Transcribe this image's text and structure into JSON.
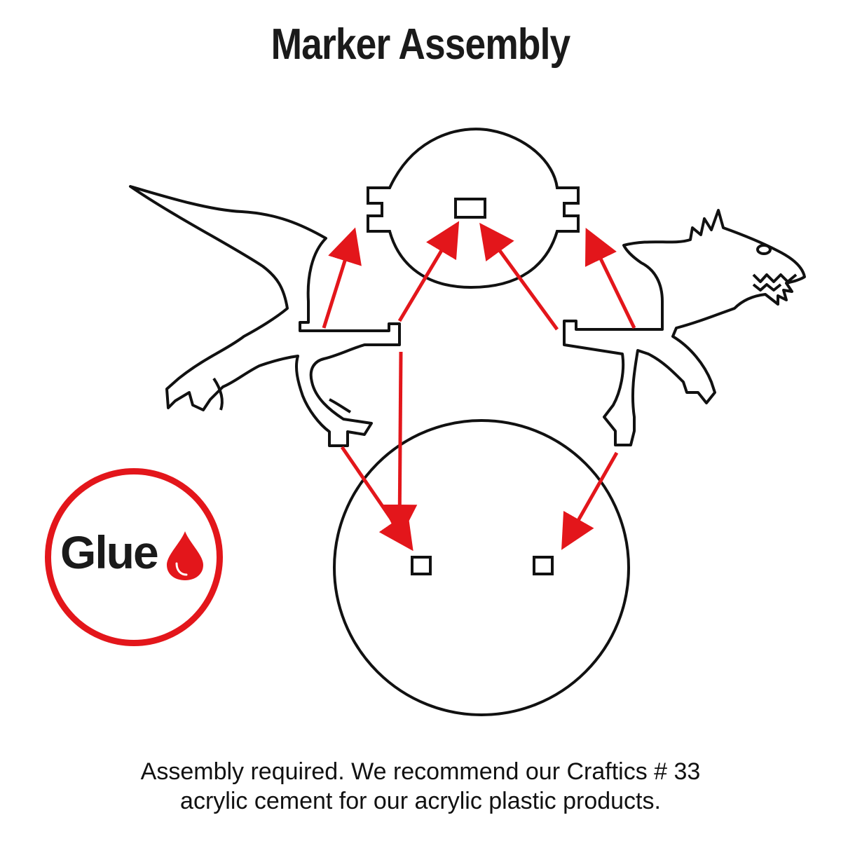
{
  "title": "Marker Assembly",
  "glue_label": "Glue",
  "caption_lines": [
    "Assembly required. We recommend our Craftics # 33",
    "acrylic cement for our acrylic plastic products."
  ],
  "colors": {
    "outline": "#111111",
    "arrow": "#e3161b",
    "glue_ring": "#e3161b"
  },
  "icons": {
    "glue_drop": "droplet-icon"
  }
}
